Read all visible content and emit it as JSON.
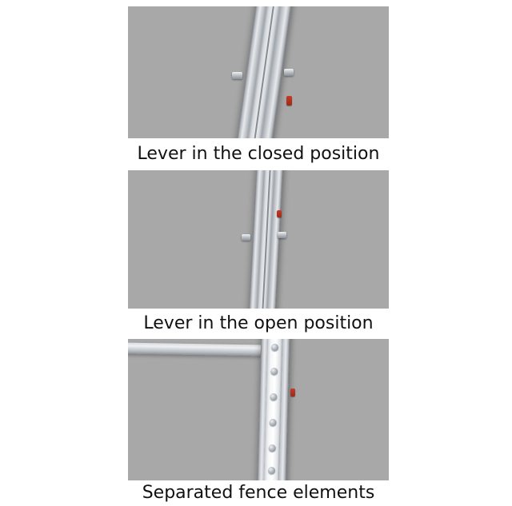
{
  "figure": {
    "description": "Three CAD render panels of a fence rail lever mechanism",
    "panels": [
      {
        "id": "closed",
        "caption": "Lever in the closed position"
      },
      {
        "id": "open",
        "caption": "Lever in the open position"
      },
      {
        "id": "separated",
        "caption": "Separated fence elements"
      }
    ]
  },
  "colors": {
    "page_bg": "#ffffff",
    "canvas_bg": "#a8a8a8",
    "caption_text": "#111111",
    "accent_red": "#9c2a1a"
  }
}
